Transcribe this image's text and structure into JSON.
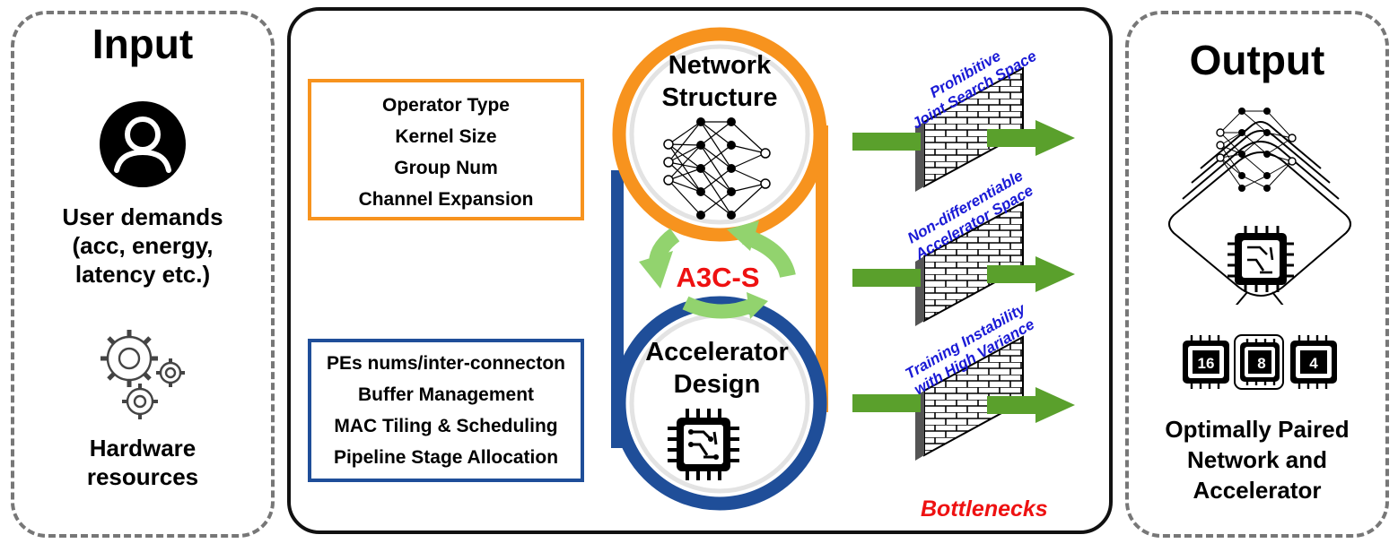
{
  "input": {
    "title": "Input",
    "user_demands": [
      "User demands",
      "(acc, energy,",
      "latency etc.)"
    ],
    "hardware": [
      "Hardware",
      "resources"
    ],
    "icons": [
      "user-icon",
      "gears-icon"
    ]
  },
  "center": {
    "network_box_items": [
      "Operator Type",
      "Kernel Size",
      "Group Num",
      "Channel Expansion"
    ],
    "accelerator_box_items": [
      "PEs nums/inter-connecton",
      "Buffer Management",
      "MAC Tiling & Scheduling",
      "Pipeline Stage Allocation"
    ],
    "network_structure": [
      "Network",
      "Structure"
    ],
    "accelerator_design": [
      "Accelerator",
      "Design"
    ],
    "method": "A3C-S",
    "bottlenecks": "Bottlenecks",
    "walls": [
      [
        "Prohibitive",
        "Joint Search Space"
      ],
      [
        "Non-differentiable",
        "Accelerator Space"
      ],
      [
        "Training Instability",
        "with High Variance"
      ]
    ]
  },
  "output": {
    "title": "Output",
    "chips": [
      "16",
      "8",
      "4"
    ],
    "caption": [
      "Optimally Paired",
      "Network and",
      "Accelerator"
    ]
  },
  "colors": {
    "orange": "#f7931e",
    "blue": "#1f4e99",
    "green": "#5aa02c",
    "light_green": "#92d36e",
    "red": "#ee1111",
    "wall_label": "#1a1ad6",
    "dash": "#777777"
  }
}
